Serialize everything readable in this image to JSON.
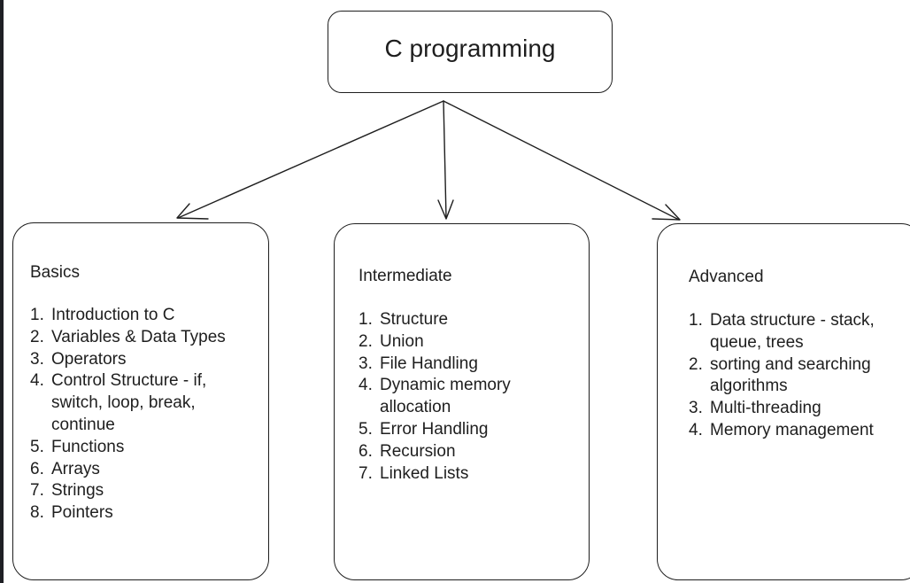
{
  "diagram": {
    "root": {
      "title": "C programming"
    },
    "levels": [
      {
        "id": "basics",
        "heading": "Basics",
        "items": [
          {
            "num": "1.",
            "lines": [
              "Introduction to C"
            ]
          },
          {
            "num": "2.",
            "lines": [
              "Variables & Data Types"
            ]
          },
          {
            "num": "3.",
            "lines": [
              "Operators"
            ]
          },
          {
            "num": "4.",
            "lines": [
              "Control Structure - if,",
              "switch, loop, break,",
              "continue"
            ]
          },
          {
            "num": "5.",
            "lines": [
              "Functions"
            ]
          },
          {
            "num": "6.",
            "lines": [
              "Arrays"
            ]
          },
          {
            "num": "7.",
            "lines": [
              "Strings"
            ]
          },
          {
            "num": "8.",
            "lines": [
              "Pointers"
            ]
          }
        ]
      },
      {
        "id": "intermediate",
        "heading": "Intermediate",
        "items": [
          {
            "num": "1.",
            "lines": [
              "Structure"
            ]
          },
          {
            "num": "2.",
            "lines": [
              "Union"
            ]
          },
          {
            "num": "3.",
            "lines": [
              "File Handling"
            ]
          },
          {
            "num": "4.",
            "lines": [
              "Dynamic memory",
              "allocation"
            ]
          },
          {
            "num": "5.",
            "lines": [
              "Error Handling"
            ]
          },
          {
            "num": "6.",
            "lines": [
              "Recursion"
            ]
          },
          {
            "num": "7.",
            "lines": [
              "Linked Lists"
            ]
          }
        ]
      },
      {
        "id": "advanced",
        "heading": "Advanced",
        "items": [
          {
            "num": "1.",
            "lines": [
              "Data structure - stack,",
              "queue, trees"
            ]
          },
          {
            "num": "2.",
            "lines": [
              "sorting and searching",
              "algorithms"
            ]
          },
          {
            "num": "3.",
            "lines": [
              "Multi-threading"
            ]
          },
          {
            "num": "4.",
            "lines": [
              "Memory management"
            ]
          }
        ]
      }
    ],
    "edges": [
      {
        "from": "root",
        "to": "basics"
      },
      {
        "from": "root",
        "to": "intermediate"
      },
      {
        "from": "root",
        "to": "advanced"
      }
    ]
  }
}
